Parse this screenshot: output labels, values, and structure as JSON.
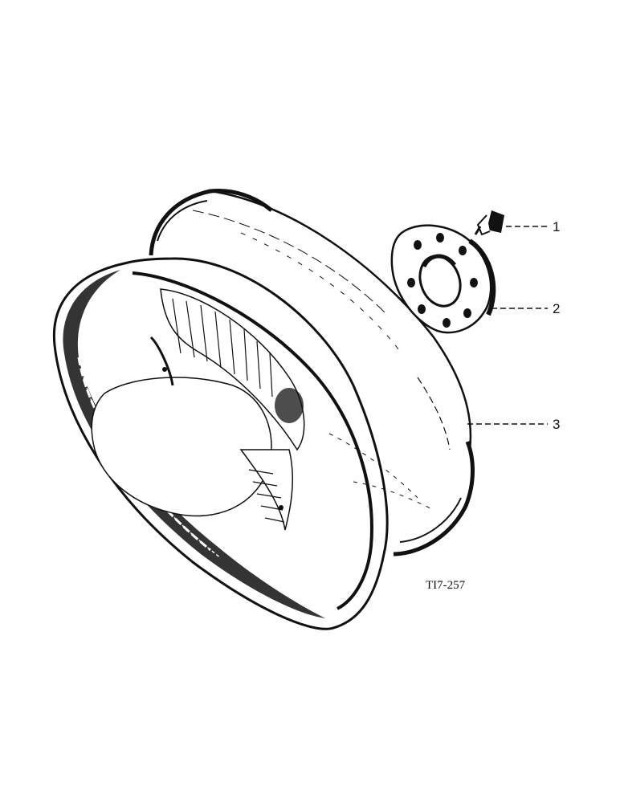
{
  "callouts": [
    {
      "number": "1",
      "part": "bolt"
    },
    {
      "number": "2",
      "part": "spacer-plate"
    },
    {
      "number": "3",
      "part": "wheel-rim"
    }
  ],
  "figure_reference": "TI7-257",
  "colors": {
    "ink": "#111111",
    "paper": "#ffffff"
  }
}
